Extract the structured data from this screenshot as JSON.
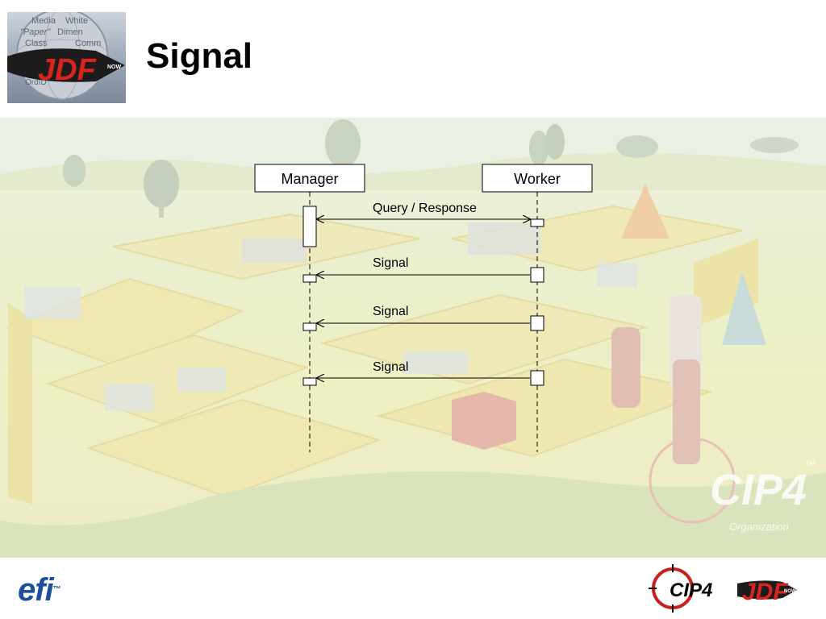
{
  "slide": {
    "title": "Signal"
  },
  "logos": {
    "top_logo_text": "JDF",
    "top_logo_now": "NOW",
    "top_logo_globe_words": [
      "Media",
      "White",
      "\"Paper\"",
      "Dimen",
      "Class",
      "Comm",
      "OrdID"
    ],
    "footer_efi": "efi",
    "footer_efi_tm": "™",
    "footer_cip4": "CIP4",
    "footer_jdf": "JDF",
    "footer_jdf_now": "NOW",
    "watermark": "CIP4",
    "watermark_sub": "Organization",
    "watermark_tm": "TM"
  },
  "diagram": {
    "actors": [
      {
        "id": "manager",
        "label": "Manager"
      },
      {
        "id": "worker",
        "label": "Worker"
      }
    ],
    "messages": [
      {
        "label": "Query / Response",
        "from": "manager",
        "to": "worker",
        "bidirectional": true
      },
      {
        "label": "Signal",
        "from": "worker",
        "to": "manager",
        "bidirectional": false
      },
      {
        "label": "Signal",
        "from": "worker",
        "to": "manager",
        "bidirectional": false
      },
      {
        "label": "Signal",
        "from": "worker",
        "to": "manager",
        "bidirectional": false
      }
    ]
  },
  "colors": {
    "efi_blue": "#1a4f9c",
    "jdf_red": "#d8231e",
    "cip4_red": "#c8201c"
  }
}
